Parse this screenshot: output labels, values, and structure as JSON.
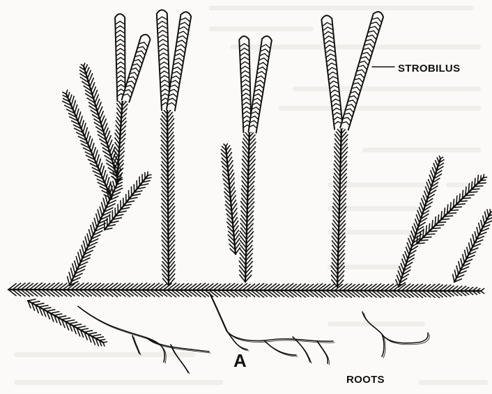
{
  "labels": {
    "strobilus": "STROBILUS",
    "roots": "ROOTS",
    "figure_letter": "A"
  },
  "colors": {
    "ink": "#111111",
    "paper": "#fbfaf8"
  }
}
